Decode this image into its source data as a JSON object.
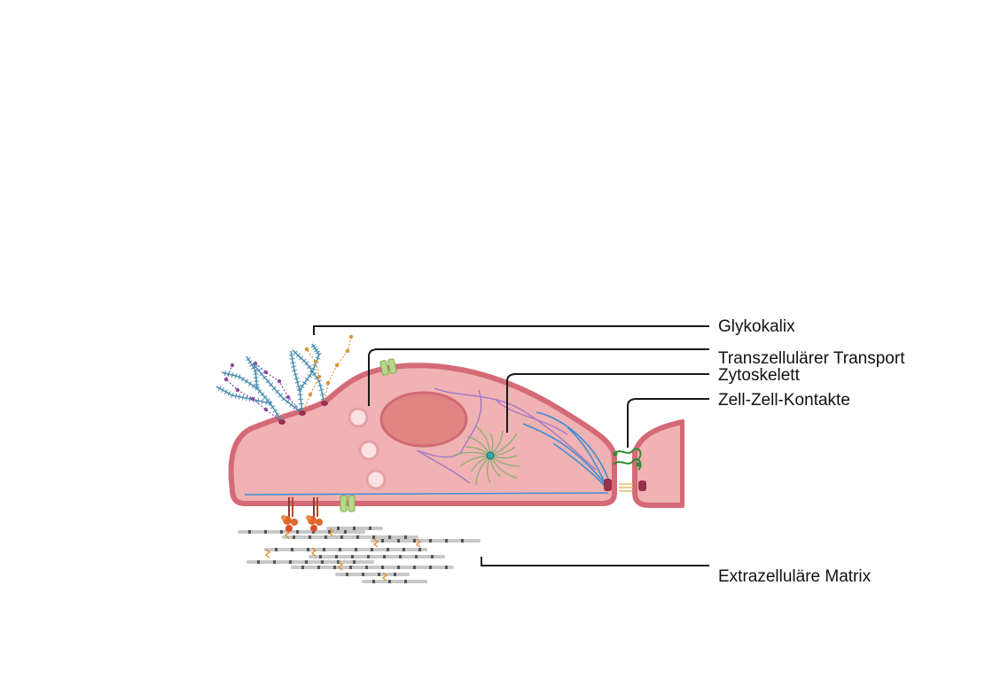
{
  "labels": {
    "glycocalyx": "Glykokalix",
    "transcellular_transport": "Transzellulärer Transport",
    "cytoskeleton": "Zytoskelett",
    "cell_contacts": "Zell-Zell-Kontakte",
    "ecm": "Extrazelluläre Matrix"
  },
  "colors": {
    "cytoplasm": "#f0b2b2",
    "membrane": "#d46a76",
    "nucleus": "#e08484",
    "vesicle": "#fbe2e2",
    "glycan_blue": "#4a8fb0",
    "glycan_purple": "#8a4a9e",
    "glycan_orange": "#e09030",
    "actin_blue": "#3d8fd0",
    "microtubule_purple": "#a07ac8",
    "aster_green": "#8ab070",
    "junction_green": "#2f8a2f",
    "channel_green": "#b6d88a",
    "integrin_orange": "#e0662a",
    "collagen_grey": "#c8c8c8"
  }
}
